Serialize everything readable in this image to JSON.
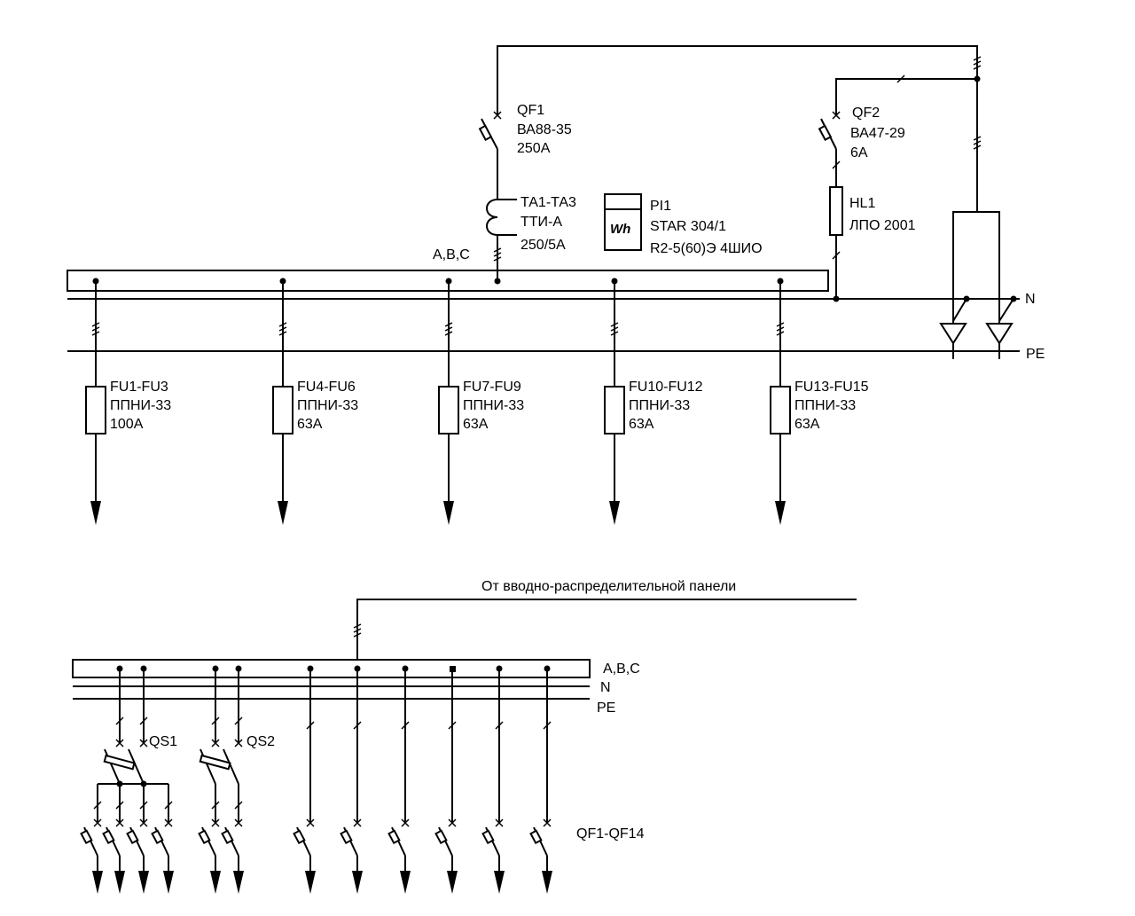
{
  "upper": {
    "qf1": {
      "name": "QF1",
      "type": "ВА88-35",
      "rating": "250А"
    },
    "ta": {
      "name": "ТА1-ТА3",
      "type": "ТТИ-А",
      "ratio": "250/5А"
    },
    "pi": {
      "name": "PI1",
      "type": "STAR 304/1",
      "spec": "R2-5(60)Э 4ШИО",
      "symbol": "Wh"
    },
    "qf2": {
      "name": "QF2",
      "type": "ВА47-29",
      "rating": "6А"
    },
    "hl": {
      "name": "HL1",
      "type": "ЛПО 2001"
    },
    "bus_label": "A,B,C",
    "n_label": "N",
    "pe_label": "PE",
    "fuses": [
      {
        "name": "FU1-FU3",
        "type": "ППНИ-33",
        "rating": "100А"
      },
      {
        "name": "FU4-FU6",
        "type": "ППНИ-33",
        "rating": "63А"
      },
      {
        "name": "FU7-FU9",
        "type": "ППНИ-33",
        "rating": "63А"
      },
      {
        "name": "FU10-FU12",
        "type": "ППНИ-33",
        "rating": "63А"
      },
      {
        "name": "FU13-FU15",
        "type": "ППНИ-33",
        "rating": "63А"
      }
    ]
  },
  "lower": {
    "source_label": "От вводно-распределительной панели",
    "bus_label": "A,B,C",
    "n_label": "N",
    "pe_label": "PE",
    "qs1": "QS1",
    "qs2": "QS2",
    "qf_group": "QF1-QF14"
  }
}
